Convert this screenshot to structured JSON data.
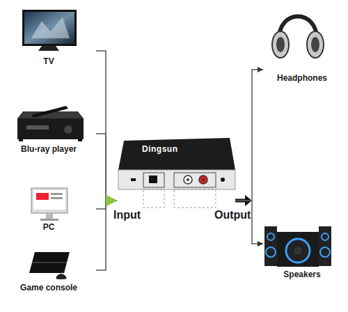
{
  "diagram": {
    "nodes": [
      {
        "text": [
          "TV"
        ]
      },
      {
        "text": [
          "Blu-ray player"
        ]
      },
      {
        "text": [
          "PC"
        ]
      },
      {
        "text": [
          "Game console"
        ]
      },
      {
        "text": [
          "Dingsun"
        ]
      },
      {
        "text": [
          "Headphones"
        ]
      },
      {
        "text": [
          "Speakers"
        ]
      }
    ],
    "edges": [
      {
        "from": 0,
        "to": 4,
        "arrow": "to"
      },
      {
        "from": 1,
        "to": 4,
        "arrow": "to"
      },
      {
        "from": 2,
        "to": 4,
        "arrow": "to"
      },
      {
        "from": 3,
        "to": 4,
        "arrow": "to"
      },
      {
        "from": 4,
        "to": 5,
        "arrow": "to"
      },
      {
        "from": 4,
        "to": 6,
        "arrow": "to"
      }
    ],
    "labels": [
      "Input",
      "Output"
    ]
  }
}
